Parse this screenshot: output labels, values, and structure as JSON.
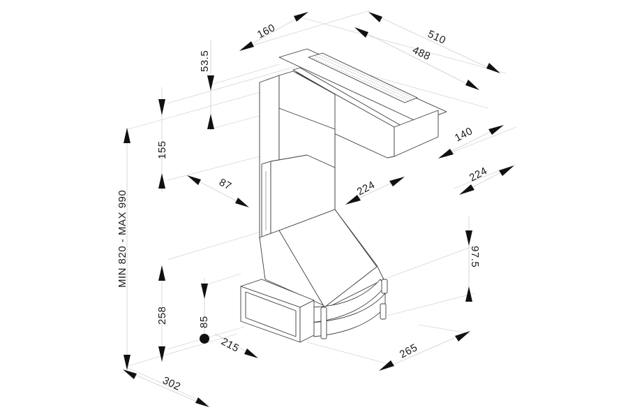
{
  "diagram": {
    "dimensions": {
      "d160": "160",
      "d510": "510",
      "d488": "488",
      "d53_5": "53.5",
      "d155": "155",
      "d140": "140",
      "d224_right": "224",
      "d87": "87",
      "d224_mid": "224",
      "d_height": "MIN 820 - MAX 990",
      "d97_5": "97.5",
      "d258": "258",
      "d85": "85",
      "d215": "215",
      "d265": "265",
      "d302": "302"
    },
    "colors": {
      "lines": "#3a3a3a",
      "dimension_lines": "#bdbdbd",
      "arrows": "#111111"
    }
  }
}
